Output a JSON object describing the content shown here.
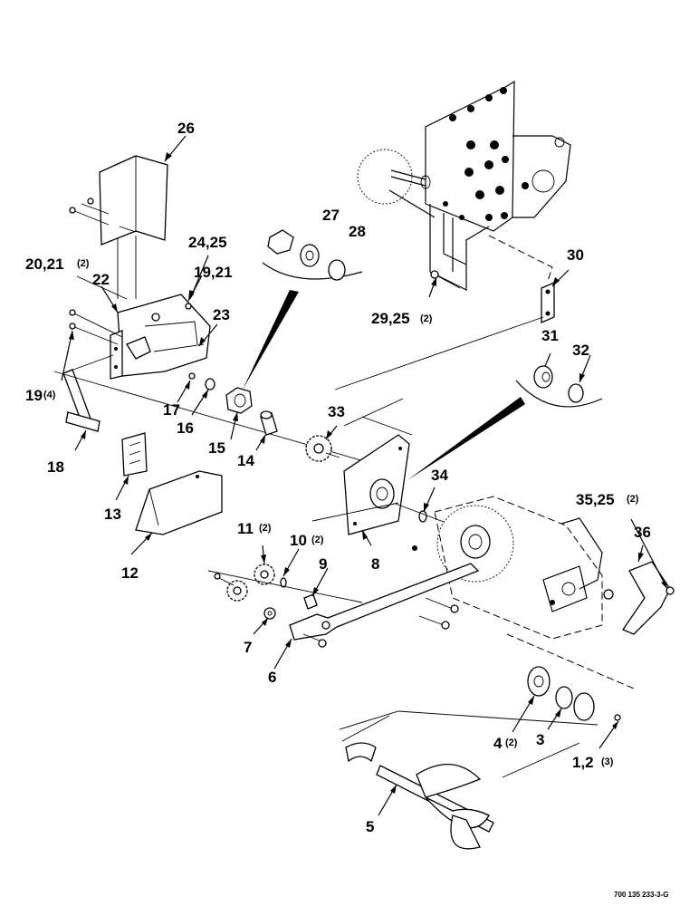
{
  "callouts": {
    "c26": "26",
    "c27": "27",
    "c28": "28",
    "c30": "30",
    "c2425": "24,25",
    "c2021": "20,21",
    "c2021q": "(2)",
    "c22": "22",
    "c1921": "19,21",
    "c23": "23",
    "c2925": "29,25",
    "c2925q": "(2)",
    "c31": "31",
    "c32": "32",
    "c19": "19",
    "c19q": "(4)",
    "c17": "17",
    "c16": "16",
    "c15": "15",
    "c14": "14",
    "c33": "33",
    "c18": "18",
    "c34": "34",
    "c8": "8",
    "c13": "13",
    "c12": "12",
    "c3525": "35,25",
    "c3525q": "(2)",
    "c36": "36",
    "c11": "11",
    "c11q": "(2)",
    "c10": "10",
    "c10q": "(2)",
    "c9": "9",
    "c7": "7",
    "c6": "6",
    "c4": "4",
    "c4q": "(2)",
    "c3": "3",
    "c12b": "1,2",
    "c12bq": "(3)",
    "c5": "5"
  },
  "caption": "700 135 233-3-G"
}
